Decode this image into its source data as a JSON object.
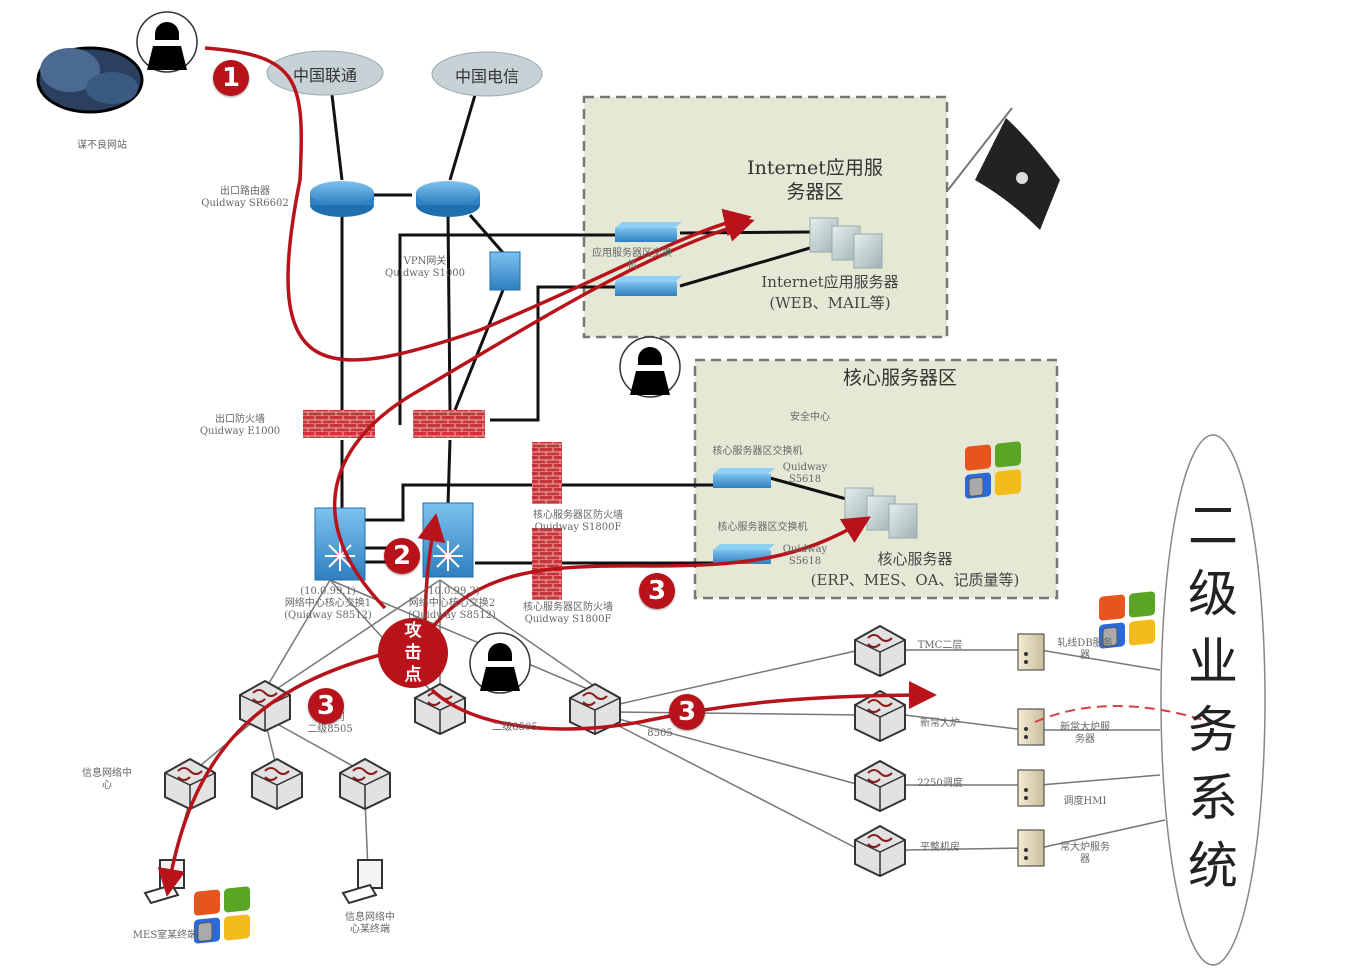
{
  "diagram": {
    "clouds": {
      "bad_site": "谋不良网站",
      "unicom": "中国联通",
      "telecom": "中国电信"
    },
    "devices": {
      "exit_router": "出口路由器\nQuidway SR6602",
      "vpn_gateway": "VPN网关\nQuidway S1000",
      "exit_firewall": "出口防火墙\nQuidway E1000",
      "core_fw_upper": "核心服务器区防火墙\nQuidway S1800F",
      "core_fw_lower": "核心服务器区防火墙\nQuidway S1800F",
      "core_switch_1": "(10.0.99.1)\n网络中心核心交换1\n(Quidway S8512)",
      "core_switch_2": "(10.0.99.2)\n网络中心核心交换2\n(Quidway S8512)",
      "app_switch": "应用服务器区交换\n机",
      "core_srv_switch_1": "核心服务器区交换机",
      "core_srv_switch_1_model": "Quidway\nS5618",
      "core_srv_switch_2": "核心服务器区交换机",
      "core_srv_switch_2_model": "Quidway\nS5618",
      "security_center": "安全中心",
      "branch_8505": "分公司\n二级8505",
      "second_8505": "二级8505",
      "third_8505": "8505",
      "info_center": "信息网络中\n心",
      "mes_terminal": "MES室某终端",
      "info_terminal": "信息网络中\n心某终端",
      "sw_tmc": "TMC二层",
      "sw_new_furnace": "新常大炉",
      "sw_2250": "2250调度",
      "sw_flat": "平整机房",
      "srv_tmc": "轧线DB服务\n器",
      "srv_new_furnace": "新常大炉服\n务器",
      "srv_2250": "调度HMI",
      "srv_flat": "常大炉服务\n器"
    },
    "zones": {
      "internet_zone_title": "Internet应用服\n务器区",
      "internet_servers": "Internet应用服务器\n(WEB、MAIL等)",
      "core_zone_title": "核心服务器区",
      "core_servers": "核心服务器\n(ERP、MES、OA、记质量等)"
    },
    "steps": {
      "step1": "1",
      "step2": "2",
      "step3a": "3",
      "step3b": "3",
      "step3c": "3"
    },
    "attack_point": [
      "攻",
      "击",
      "点"
    ],
    "secondary_system": [
      "二",
      "级",
      "业",
      "务",
      "系",
      "统"
    ],
    "colors": {
      "attack_red": "#b8131a",
      "zone_fill": "#e6e8d6",
      "zone_border": "#777777",
      "router_blue": "#3b8fcf",
      "firewall_red": "#c23a3a",
      "cloud_gray": "#c7d2d6"
    }
  }
}
